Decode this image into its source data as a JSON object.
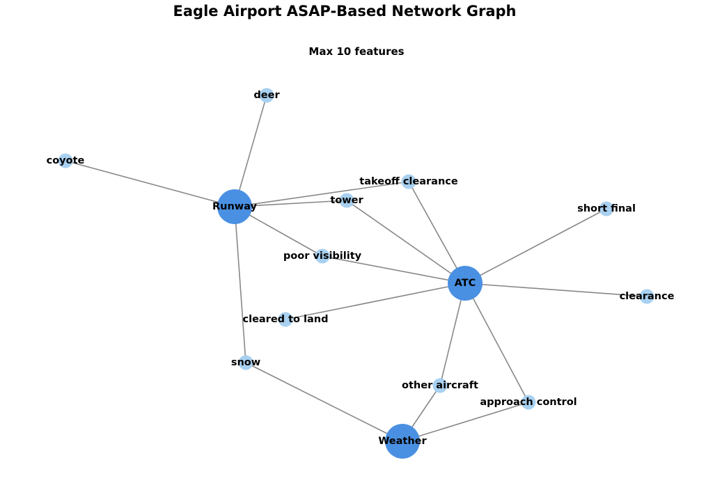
{
  "title": "Eagle Airport ASAP-Based Network Graph",
  "subtitle": "Max 10 features",
  "colors": {
    "hub": "#4a90e2",
    "feature": "#a8d0f0",
    "edge": "#888888",
    "text": "#000000"
  },
  "nodes": [
    {
      "id": "runway",
      "label": "Runway",
      "kind": "hub"
    },
    {
      "id": "atc",
      "label": "ATC",
      "kind": "hub"
    },
    {
      "id": "weather",
      "label": "Weather",
      "kind": "hub"
    },
    {
      "id": "deer",
      "label": "deer",
      "kind": "feature"
    },
    {
      "id": "coyote",
      "label": "coyote",
      "kind": "feature"
    },
    {
      "id": "takeoff_clearance",
      "label": "takeoff clearance",
      "kind": "feature"
    },
    {
      "id": "tower",
      "label": "tower",
      "kind": "feature"
    },
    {
      "id": "short_final",
      "label": "short final",
      "kind": "feature"
    },
    {
      "id": "poor_visibility",
      "label": "poor visibility",
      "kind": "feature"
    },
    {
      "id": "clearance",
      "label": "clearance",
      "kind": "feature"
    },
    {
      "id": "cleared_to_land",
      "label": "cleared to land",
      "kind": "feature"
    },
    {
      "id": "snow",
      "label": "snow",
      "kind": "feature"
    },
    {
      "id": "other_aircraft",
      "label": "other aircraft",
      "kind": "feature"
    },
    {
      "id": "approach_control",
      "label": "approach control",
      "kind": "feature"
    }
  ],
  "edges": [
    [
      "runway",
      "deer"
    ],
    [
      "runway",
      "coyote"
    ],
    [
      "runway",
      "takeoff_clearance"
    ],
    [
      "runway",
      "tower"
    ],
    [
      "runway",
      "poor_visibility"
    ],
    [
      "runway",
      "snow"
    ],
    [
      "atc",
      "takeoff_clearance"
    ],
    [
      "atc",
      "tower"
    ],
    [
      "atc",
      "short_final"
    ],
    [
      "atc",
      "poor_visibility"
    ],
    [
      "atc",
      "clearance"
    ],
    [
      "atc",
      "cleared_to_land"
    ],
    [
      "atc",
      "other_aircraft"
    ],
    [
      "atc",
      "approach_control"
    ],
    [
      "weather",
      "snow"
    ],
    [
      "weather",
      "other_aircraft"
    ],
    [
      "weather",
      "approach_control"
    ]
  ]
}
